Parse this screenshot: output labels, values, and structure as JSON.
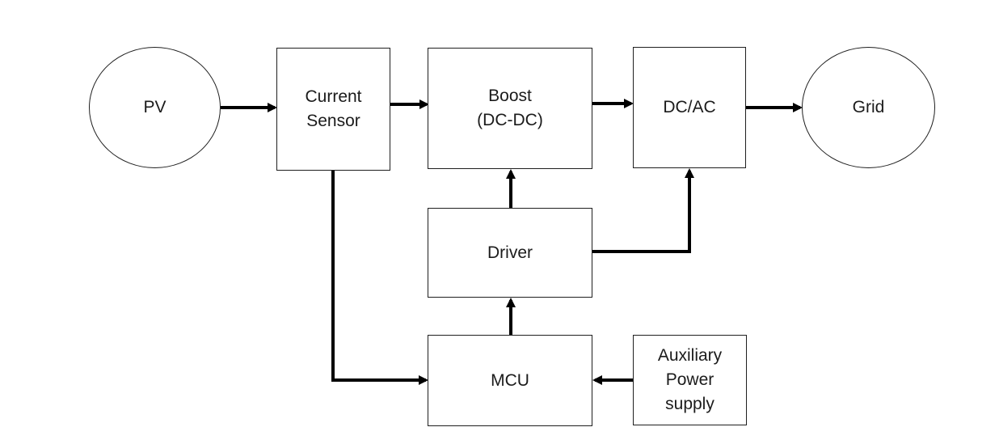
{
  "diagram": {
    "background": "#ffffff",
    "stroke_color": "#000000",
    "text_color": "#1b1b1b",
    "nodes": {
      "pv": {
        "label": "PV",
        "shape": "ellipse"
      },
      "current_sensor": {
        "label": "Current\nSensor",
        "shape": "rect"
      },
      "boost": {
        "label": "Boost\n(DC-DC)",
        "shape": "rect"
      },
      "dc_ac": {
        "label": "DC/AC",
        "shape": "rect"
      },
      "grid": {
        "label": "Grid",
        "shape": "ellipse"
      },
      "driver": {
        "label": "Driver",
        "shape": "rect"
      },
      "mcu": {
        "label": "MCU",
        "shape": "rect"
      },
      "aux_power": {
        "label": "Auxiliary\nPower\nsupply",
        "shape": "rect"
      }
    },
    "edges": [
      {
        "from": "pv",
        "to": "current_sensor",
        "type": "arrow"
      },
      {
        "from": "current_sensor",
        "to": "boost",
        "type": "arrow"
      },
      {
        "from": "boost",
        "to": "dc_ac",
        "type": "arrow"
      },
      {
        "from": "dc_ac",
        "to": "grid",
        "type": "arrow"
      },
      {
        "from": "driver",
        "to": "boost",
        "type": "arrow"
      },
      {
        "from": "driver",
        "to": "dc_ac",
        "type": "arrow-elbow"
      },
      {
        "from": "mcu",
        "to": "driver",
        "type": "arrow"
      },
      {
        "from": "current_sensor",
        "to": "mcu",
        "type": "arrow-elbow"
      },
      {
        "from": "aux_power",
        "to": "mcu",
        "type": "arrow"
      }
    ]
  }
}
